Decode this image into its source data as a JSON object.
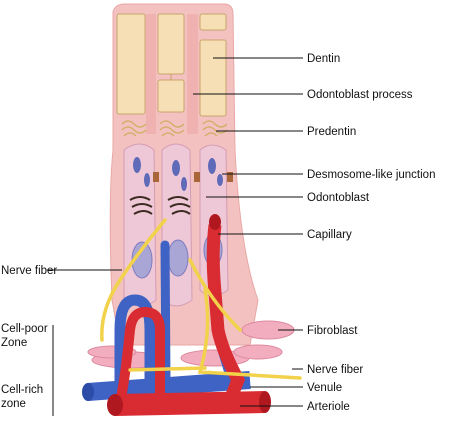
{
  "labels": {
    "dentin": "Dentin",
    "odontoblast_process": "Odontoblast process",
    "predentin": "Predentin",
    "desmosome_junction": "Desmosome-like junction",
    "odontoblast": "Odontoblast",
    "capillary": "Capillary",
    "nerve_fiber_left": "Nerve fiber",
    "cell_poor_line1": "Cell-poor",
    "cell_poor_line2": "Zone",
    "cell_rich_line1": "Cell-rich",
    "cell_rich_line2": "zone",
    "fibroblast": "Fibroblast",
    "nerve_fiber_right": "Nerve fiber",
    "venule": "Venule",
    "arteriole": "Arteriole"
  },
  "colors": {
    "dentin_fill": "#f6dfb4",
    "dentin_stroke": "#c9a46a",
    "tissue_pink": "#f3c2c0",
    "cell_pink": "#eec8d6",
    "nucleus_purple": "#a9a6d6",
    "nerve_yellow": "#f2d24b",
    "artery_red": "#d92b32",
    "vein_blue": "#3f63c4"
  }
}
